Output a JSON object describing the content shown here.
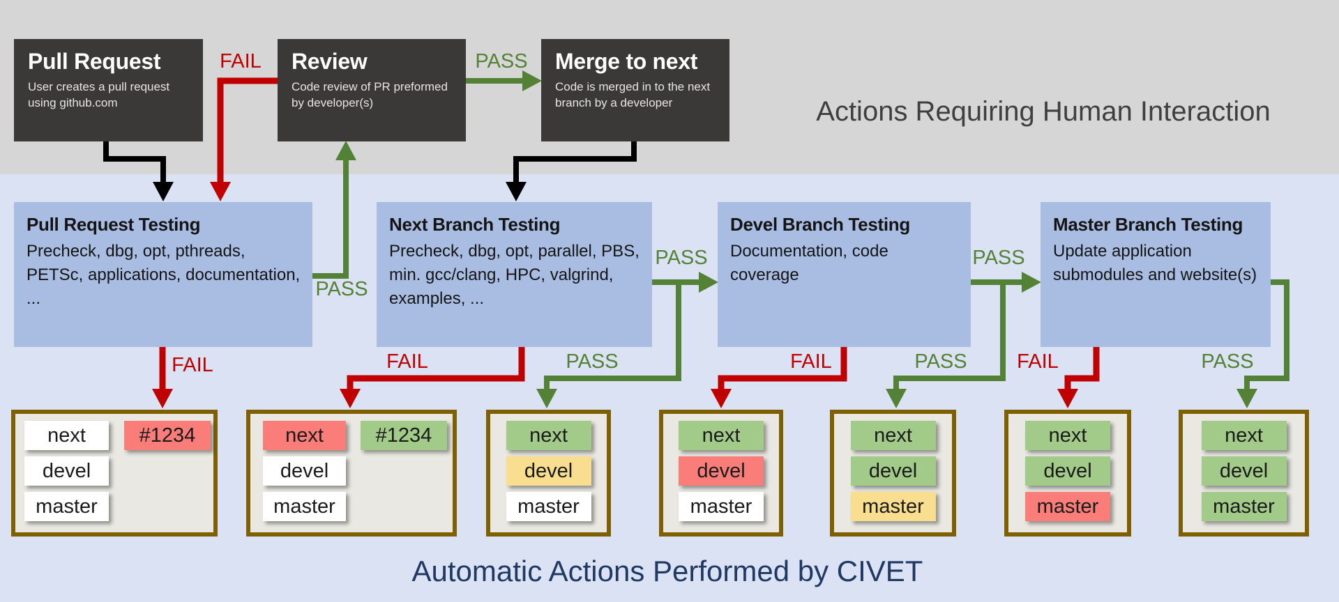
{
  "human_section": {
    "title": "Actions Requiring Human Interaction",
    "steps": [
      {
        "title": "Pull Request",
        "desc": "User creates a pull request using github.com"
      },
      {
        "title": "Review",
        "desc": "Code review of PR preformed by developer(s)"
      },
      {
        "title": "Merge to next",
        "desc": "Code is merged in to the next branch by a developer"
      }
    ],
    "edge_labels": {
      "review_fail": "FAIL",
      "merge_pass": "PASS"
    }
  },
  "civet_section": {
    "title": "Automatic Actions Performed by CIVET",
    "stages": [
      {
        "title": "Pull Request Testing",
        "desc": "Precheck, dbg, opt, pthreads, PETSc, applications, documentation, ..."
      },
      {
        "title": "Next Branch Testing",
        "desc": "Precheck, dbg, opt, parallel, PBS, min. gcc/clang, HPC, valgrind, examples, ..."
      },
      {
        "title": "Devel Branch Testing",
        "desc": "Documentation, code coverage"
      },
      {
        "title": "Master Branch Testing",
        "desc": "Update application submodules and website(s)"
      }
    ],
    "edge_labels": {
      "prt_pass_up": "PASS",
      "next_pass_right": "PASS",
      "devel_pass_right": "PASS",
      "prt_fail_down": "FAIL",
      "next_fail_down": "FAIL",
      "next_pass_down": "PASS",
      "devel_fail_down": "FAIL",
      "devel_pass_down": "PASS",
      "master_fail_down": "FAIL",
      "master_pass_down": "PASS"
    }
  },
  "status_boxes": [
    {
      "chips": [
        {
          "label": "next",
          "state": "white"
        },
        {
          "label": "devel",
          "state": "white"
        },
        {
          "label": "master",
          "state": "white"
        }
      ],
      "pr_chip": {
        "label": "#1234",
        "state": "red"
      }
    },
    {
      "chips": [
        {
          "label": "next",
          "state": "red"
        },
        {
          "label": "devel",
          "state": "white"
        },
        {
          "label": "master",
          "state": "white"
        }
      ],
      "pr_chip": {
        "label": "#1234",
        "state": "green"
      }
    },
    {
      "chips": [
        {
          "label": "next",
          "state": "green"
        },
        {
          "label": "devel",
          "state": "yellow"
        },
        {
          "label": "master",
          "state": "white"
        }
      ]
    },
    {
      "chips": [
        {
          "label": "next",
          "state": "green"
        },
        {
          "label": "devel",
          "state": "red"
        },
        {
          "label": "master",
          "state": "white"
        }
      ]
    },
    {
      "chips": [
        {
          "label": "next",
          "state": "green"
        },
        {
          "label": "devel",
          "state": "green"
        },
        {
          "label": "master",
          "state": "yellow"
        }
      ]
    },
    {
      "chips": [
        {
          "label": "next",
          "state": "green"
        },
        {
          "label": "devel",
          "state": "green"
        },
        {
          "label": "master",
          "state": "red"
        }
      ]
    },
    {
      "chips": [
        {
          "label": "next",
          "state": "green"
        },
        {
          "label": "devel",
          "state": "green"
        },
        {
          "label": "master",
          "state": "green"
        }
      ]
    }
  ],
  "colors": {
    "top_band": "#D6D6D6",
    "bottom_band": "#DAE2F3",
    "dark_box": "#3B3838",
    "blue_box": "#A9BDE3",
    "fail_red": "#C00000",
    "pass_green": "#538135",
    "status_border": "#7F6000",
    "status_fill": "#E9E8E2",
    "chip_green": "#A2CA89",
    "chip_yellow": "#F8DE8E",
    "chip_red": "#FA7D79",
    "chip_white": "#FFFFFF",
    "human_title": "#3F3F3F",
    "civet_title": "#1F3864"
  }
}
